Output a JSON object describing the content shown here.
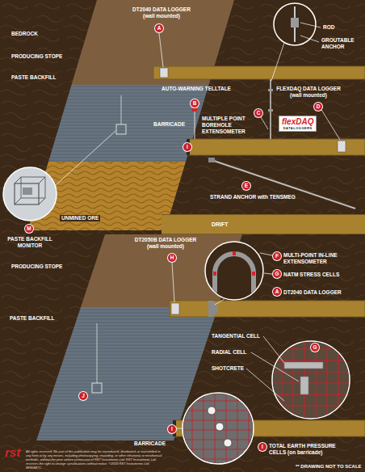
{
  "diagram": {
    "nodes": [
      {
        "text": [
          "flexDAQ",
          "DATALOGGERS"
        ]
      },
      {
        "text": [
          "DRIFT"
        ]
      }
    ],
    "labels": [
      "BEDROCK",
      "DT2040 DATA LOGGER (wall mounted)",
      "A",
      "ROD",
      "GROUTABLE ANCHOR",
      "PRODUCING STOPE",
      "PASTE BACKFILL",
      "AUTO-WARNING TELLTALE",
      "FLEXDAQ DATA LOGGER (wall mounted)",
      "B",
      "D",
      "C",
      "MULTIPLE POINT BOREHOLE EXTENSOMETER",
      "BARRICADE",
      "I",
      "E",
      "STRAND ANCHOR with TENSMEG",
      "UNMINED ORE",
      "M",
      "PASTE BACKFILL MONITOR",
      "DT2050B DATA LOGGER (wall mounted)",
      "F",
      "MULTI-POINT IN-LINE EXTENSOMETER",
      "H",
      "PRODUCING STOPE",
      "G",
      "NATM STRESS CELLS",
      "A",
      "DT2040 DATA LOGGER",
      "PASTE BACKFILL",
      "TANGENTIAL CELL",
      "G",
      "RADIAL CELL",
      "SHOTCRETE",
      "J",
      "I",
      "BARRICADE",
      "I",
      "TOTAL EARTH PRESSURE CELLS (on barricade)",
      "rst",
      "All rights reserved. No part of this publication may be reproduced, distributed, or transmitted in any form or by any means, including photocopying, recording, or other electronic or mechanical methods, without the prior written permission of RST Instruments Ltd. RST Instruments Ltd. reserves the right to change specifications without notice. ©2019 RST Instruments Ltd. MIN0447C",
      "** DRAWING NOT TO SCALE"
    ]
  }
}
